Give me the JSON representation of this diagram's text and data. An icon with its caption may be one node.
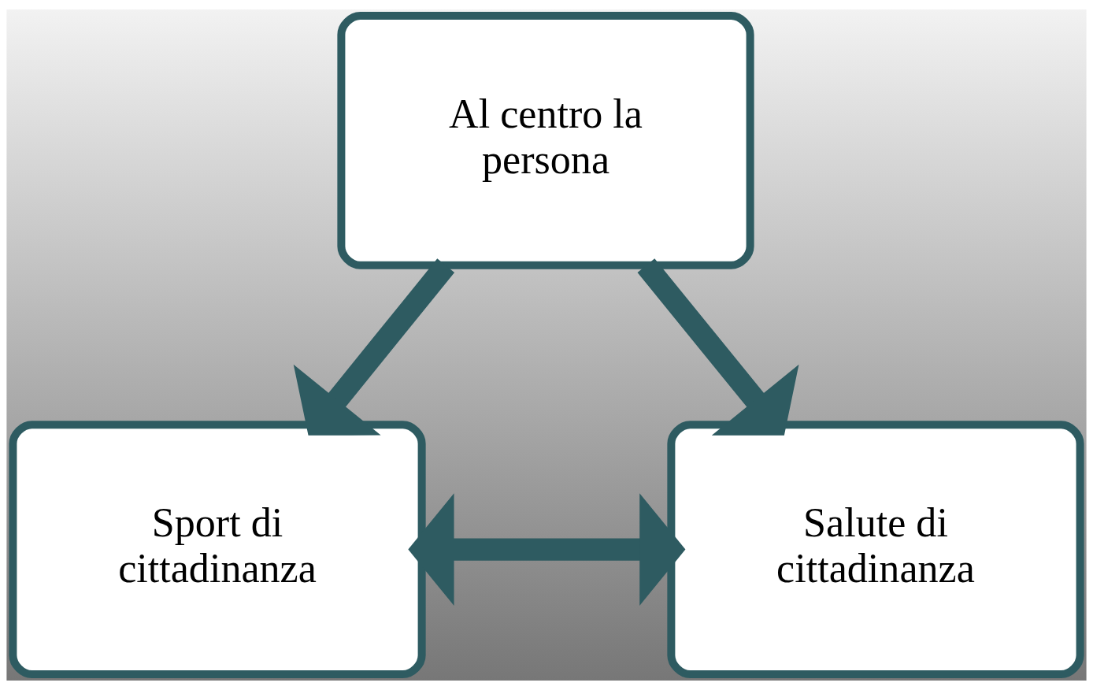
{
  "diagram": {
    "nodes": [
      {
        "text": [
          "Al centro la persona"
        ]
      },
      {
        "text": [
          "Sport di cittadinanza"
        ]
      },
      {
        "text": [
          "Salute di cittadinanza"
        ]
      }
    ],
    "edges": [
      {
        "from": 0,
        "to": 1,
        "arrow": "to"
      },
      {
        "from": 0,
        "to": 2,
        "arrow": "to"
      },
      {
        "from": 1,
        "to": 2,
        "arrow": "both"
      }
    ]
  }
}
